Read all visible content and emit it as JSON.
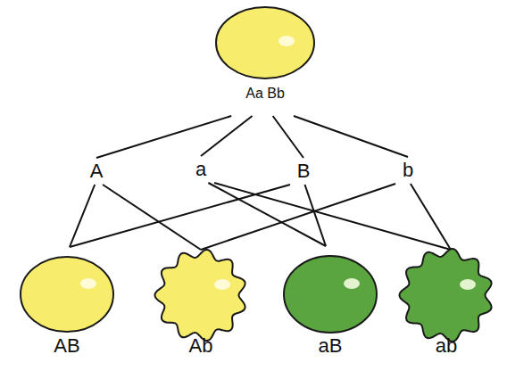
{
  "diagram": {
    "nodes": [
      {
        "text": [
          "Aa Bb"
        ]
      },
      {
        "text": [
          "A"
        ]
      },
      {
        "text": [
          "a"
        ]
      },
      {
        "text": [
          "B"
        ]
      },
      {
        "text": [
          "b"
        ]
      },
      {
        "text": [
          "AB"
        ]
      },
      {
        "text": [
          "Ab"
        ]
      },
      {
        "text": [
          "aB"
        ]
      },
      {
        "text": [
          "ab"
        ]
      }
    ],
    "edges": [
      {
        "from": 0,
        "to": 1,
        "arrow": "none"
      },
      {
        "from": 0,
        "to": 2,
        "arrow": "none"
      },
      {
        "from": 0,
        "to": 3,
        "arrow": "none"
      },
      {
        "from": 0,
        "to": 4,
        "arrow": "none"
      },
      {
        "from": 1,
        "to": 5,
        "arrow": "none"
      },
      {
        "from": 3,
        "to": 5,
        "arrow": "none"
      },
      {
        "from": 1,
        "to": 6,
        "arrow": "none"
      },
      {
        "from": 4,
        "to": 6,
        "arrow": "none"
      },
      {
        "from": 2,
        "to": 7,
        "arrow": "none"
      },
      {
        "from": 3,
        "to": 7,
        "arrow": "none"
      },
      {
        "from": 2,
        "to": 8,
        "arrow": "none"
      },
      {
        "from": 4,
        "to": 8,
        "arrow": "none"
      }
    ]
  }
}
